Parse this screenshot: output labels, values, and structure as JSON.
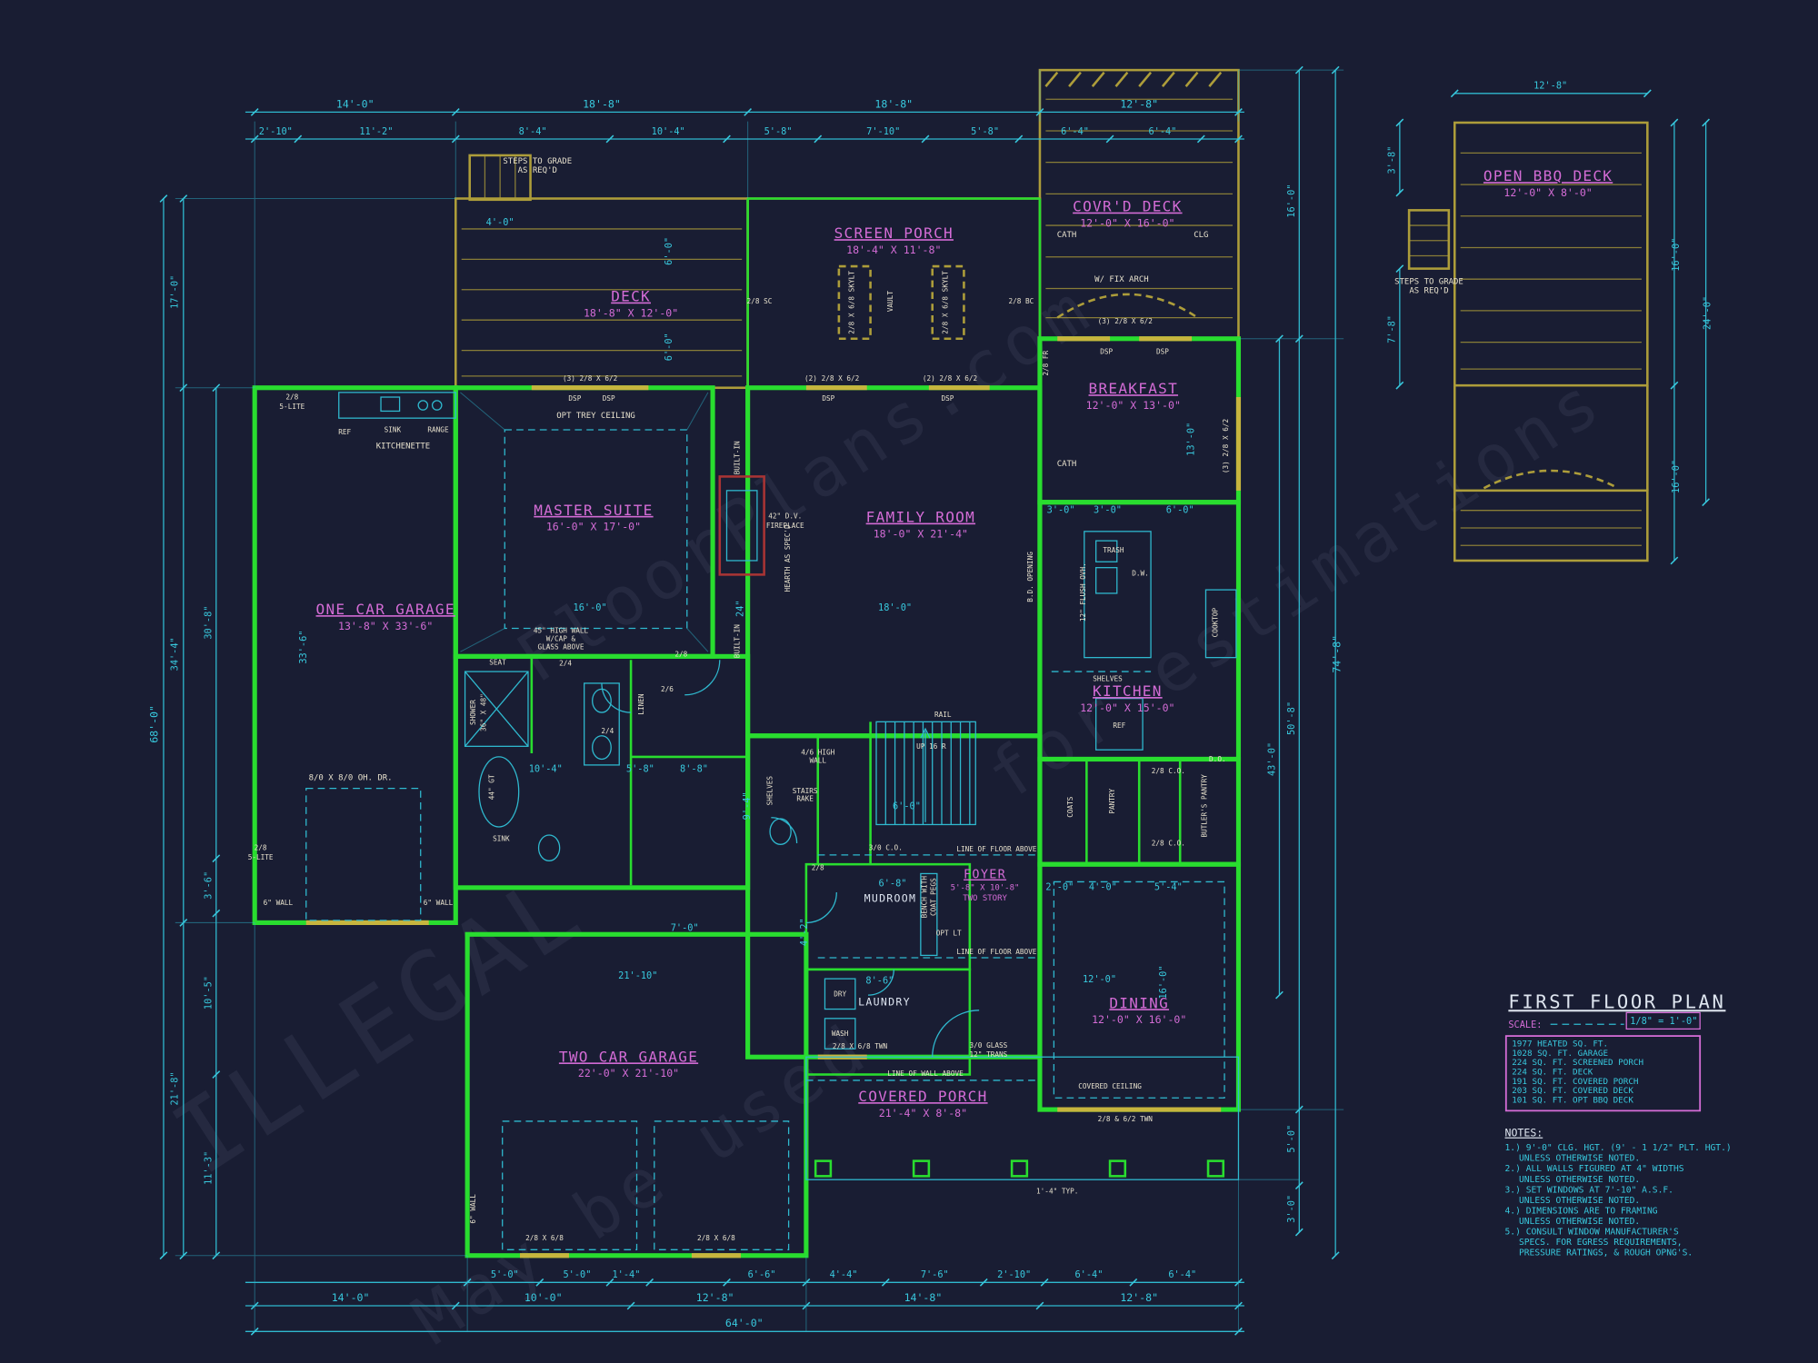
{
  "rooms": {
    "deck": {
      "name": "DECK",
      "size": "18'-8\" X 12'-0\""
    },
    "screen_porch": {
      "name": "SCREEN PORCH",
      "size": "18'-4\" X 11'-8\""
    },
    "covrd_deck": {
      "name": "COVR'D DECK",
      "size": "12'-0\" X 16'-0\""
    },
    "breakfast": {
      "name": "BREAKFAST",
      "size": "12'-0\" X 13'-0\""
    },
    "master": {
      "name": "MASTER SUITE",
      "size": "16'-0\" X 17'-0\""
    },
    "family": {
      "name": "FAMILY ROOM",
      "size": "18'-0\" X 21'-4\""
    },
    "one_car": {
      "name": "ONE CAR GARAGE",
      "size": "13'-8\" X 33'-6\""
    },
    "kitchen": {
      "name": "KITCHEN",
      "size": "12'-0\" X 15'-0\""
    },
    "foyer": {
      "name": "FOYER",
      "size": "5'-8\" X 10'-8\"",
      "extra": "TWO STORY"
    },
    "mudroom": {
      "name": "MUDROOM"
    },
    "laundry": {
      "name": "LAUNDRY"
    },
    "dining": {
      "name": "DINING",
      "size": "12'-0\" X 16'-0\""
    },
    "two_car": {
      "name": "TWO CAR GARAGE",
      "size": "22'-0\" X 21'-10\""
    },
    "covered_porch": {
      "name": "COVERED PORCH",
      "size": "21'-4\" X 8'-8\""
    },
    "bbq": {
      "name": "OPEN BBQ DECK",
      "size": "12'-0\" X 8'-0\""
    }
  },
  "dims": {
    "top1": [
      "14'-0\"",
      "18'-8\"",
      "18'-8\"",
      "12'-8\""
    ],
    "top2": [
      "2'-10\"",
      "11'-2\"",
      "8'-4\"",
      "10'-4\"",
      "5'-8\"",
      "7'-10\"",
      "5'-8\"",
      "6'-4\"",
      "6'-4\""
    ],
    "left": [
      "17'-0\"",
      "34'-4\"",
      "30'-8\"",
      "68'-0\"",
      "3'-6\"",
      "10'-5\"",
      "21'-8\"",
      "11'-3\""
    ],
    "right": [
      "16'-0\"",
      "74'-8\"",
      "50'-8\"",
      "43'-0\"",
      "5'-0\"",
      "3'-0\""
    ],
    "bottom1": [
      "5'-0\"",
      "5'-0\"",
      "1'-4\"",
      "6'-6\"",
      "4'-4\"",
      "7'-6\"",
      "2'-10\"",
      "6'-4\"",
      "6'-4\""
    ],
    "bottom2": [
      "14'-0\"",
      "10'-0\"",
      "12'-8\"",
      "14'-8\"",
      "12'-8\""
    ],
    "bottom3": [
      "64'-0\""
    ],
    "bbq": [
      "12'-8\"",
      "3'-8\"",
      "7'-8\"",
      "24'-0\"",
      "16'-0\"",
      "16'-0\""
    ],
    "inner": [
      "4'-0\"",
      "6'-0\"",
      "6'-0\"",
      "16'-0\"",
      "18'-0\"",
      "24\"",
      "10'-4\"",
      "8'-8\"",
      "6'-0\"",
      "21'-10\"",
      "7'-0\"",
      "3'-0\"",
      "3'-0\"",
      "6'-0\"",
      "13'-0\"",
      "33'-6\"",
      "12'-0\"",
      "16'-0\"",
      "2'-0\"",
      "4'-0\"",
      "5'-4\"",
      "6'-8\"",
      "8'-6\"",
      "4'-2\"",
      "9'-4\"",
      "5'-8\""
    ]
  },
  "ann": {
    "steps_a": "STEPS TO GRADE",
    "steps_b": "AS REQ'D",
    "kitchenette": "KITCHENETTE",
    "ref": "REF",
    "sink": "SINK",
    "range": "RANGE",
    "opt_trey": "OPT TREY CEILING",
    "fp1": "42\" D.V.",
    "fp2": "FIREPLACE",
    "hearth": "HEARTH AS SPEC'D",
    "builtin": "BUILT-IN",
    "fix_arch": "W/ FIX ARCH",
    "cath": "CATH",
    "clg": "CLG",
    "vault": "VAULT",
    "sc": "2/8 SC",
    "bc": "2/8 BC",
    "fr": "2/8 FR",
    "dsp": "DSP",
    "w362": "(3) 2/8 X 6/2",
    "w262": "(2) 2/8 X 6/2",
    "skylt": "2/8 X 6/8 SKYLT",
    "trash": "TRASH",
    "dw": "D.W.",
    "cooktop": "COOKTOP",
    "shelves": "SHELVES",
    "d_o": "D.O.",
    "flush": "12\" FLUSH OVH.",
    "bd_open": "B.D. OPENING",
    "stairs1": "STAIRS",
    "stairs2": "RAKE",
    "up16": "UP 16 R",
    "rail": "RAIL",
    "highwall1": "4/6 HIGH",
    "highwall2": "WALL",
    "gt": "44\" GT",
    "shower1": "SHOWER",
    "shower2": "36\" X 48\"",
    "seat": "SEAT",
    "linen": "LINEN",
    "glass1": "45\" HIGH WALL",
    "glass2": "W/CAP &",
    "glass3": "GLASS ABOVE",
    "ohdr": "8/0 X 8/0 OH. DR.",
    "lite1": "2/8",
    "lite2": "5-LITE",
    "wall6": "6\" WALL",
    "bench1": "BENCH WITH",
    "bench2": "COAT PEGS",
    "dry": "DRY",
    "wash": "WASH",
    "optlt": "OPT LT",
    "lfa": "LINE OF FLOOR ABOVE",
    "lwa": "LINE OF WALL ABOVE",
    "covceil": "COVERED CEILING",
    "twn62": "2/8 & 6/2 TWN",
    "glass30": "3/0 GLASS",
    "trans12": "12\" TRANS",
    "co30": "3/0 C.O.",
    "co28": "2/8 C.O.",
    "pantry": "PANTRY",
    "coats": "COATS",
    "butler": "BUTLER'S PANTRY",
    "typ": "1'-4\" TYP.",
    "w268": "2/8 X 6/8",
    "twn268": "2/8 X 6/8 TWN",
    "d24": "2/4",
    "d28": "2/8",
    "d26": "2/6"
  },
  "title_block": {
    "title": "FIRST FLOOR PLAN",
    "scale_label": "SCALE:",
    "scale_value": "1/8\" = 1'-0\"",
    "areas": [
      "1977 HEATED SQ. FT.",
      "1028 SQ. FT. GARAGE",
      "224  SQ. FT. SCREENED PORCH",
      "224  SQ. FT. DECK",
      "191  SQ. FT. COVERED PORCH",
      "203 SQ. FT. COVERED DECK",
      "101  SQ. FT. OPT BBQ DECK"
    ]
  },
  "notes": {
    "heading": "NOTES:",
    "lines": [
      "1.) 9'-0\" CLG. HGT. (9' - 1 1/2\" PLT. HGT.)",
      "UNLESS OTHERWISE NOTED.",
      "2.) ALL WALLS FIGURED AT 4\" WIDTHS",
      "UNLESS OTHERWISE NOTED.",
      "3.) SET WINDOWS AT 7'-10\" A.S.F.",
      "UNLESS OTHERWISE NOTED.",
      "4.) DIMENSIONS ARE TO FRAMING",
      "UNLESS OTHERWISE NOTED.",
      "5.) CONSULT WINDOW MANUFACTURER'S",
      "SPECS. FOR EGRESS REQUIREMENTS,",
      "PRESSURE RATINGS, & ROUGH OPNG'S."
    ]
  },
  "wm": {
    "w1": "FloorPlans.com",
    "w2": "ILLEGAL",
    "w3": "May be used",
    "w4": "for estimations"
  }
}
